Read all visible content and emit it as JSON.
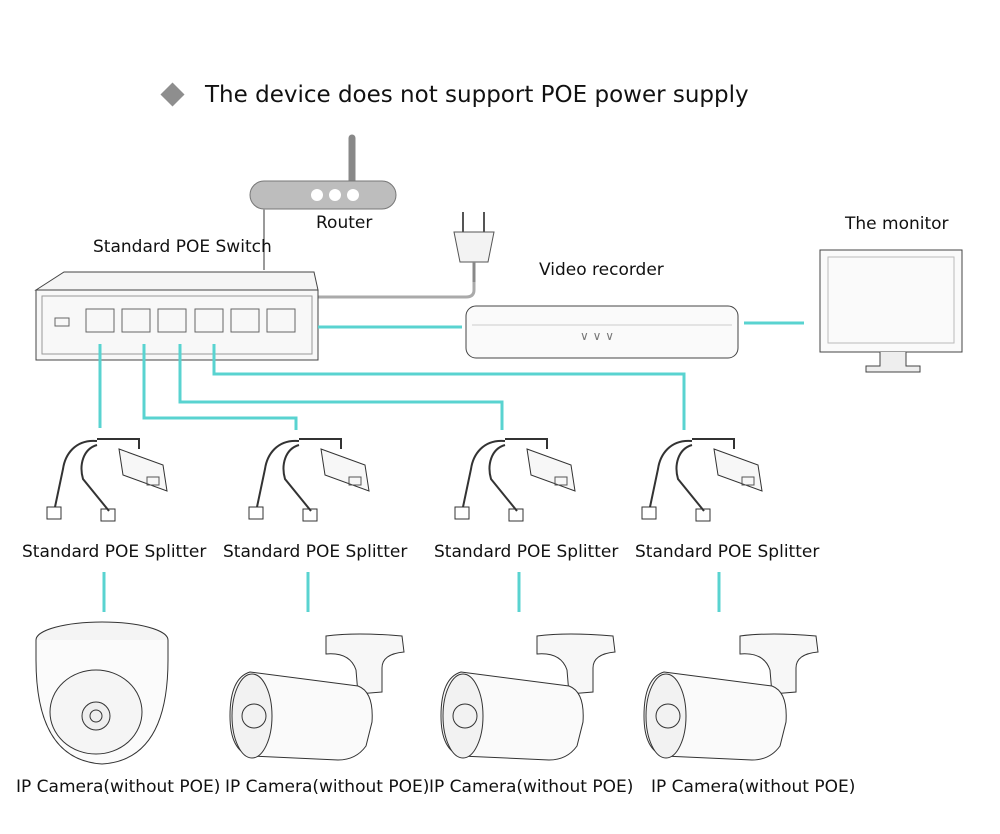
{
  "title": "The device does not support POE power supply",
  "devices": {
    "router": "Router",
    "switch": "Standard POE Switch",
    "recorder": "Video recorder",
    "monitor": "The monitor"
  },
  "splitter_label": "Standard POE Splitter",
  "splitters": [
    "Standard POE Splitter",
    "Standard POE Splitter",
    "Standard POE Splitter",
    "Standard POE Splitter"
  ],
  "cameras": [
    "IP Camera(without POE)",
    "IP Camera(without POE)",
    "IP Camera(without POE)",
    "IP Camera(without POE)"
  ],
  "colors": {
    "connector": "#59d3d0",
    "outline": "#3a3a3a",
    "bullet": "#8e8e8e"
  }
}
